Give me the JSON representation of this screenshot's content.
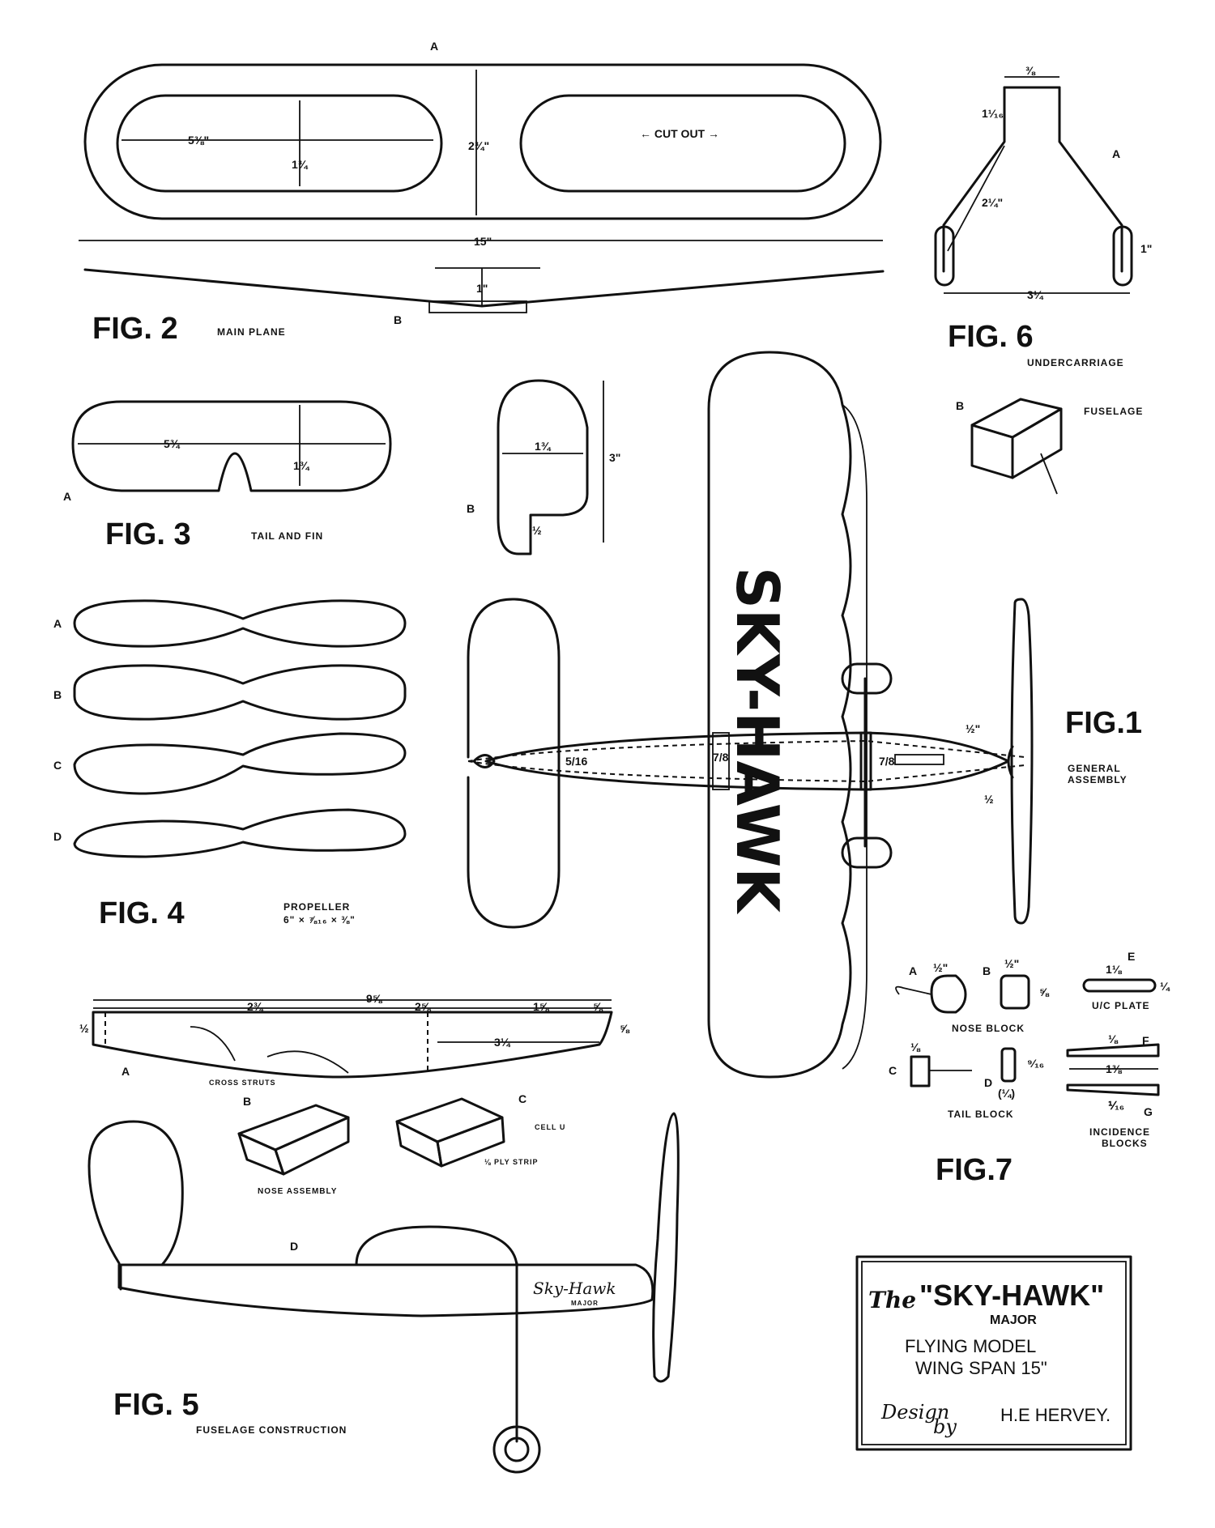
{
  "figures": {
    "fig1": {
      "label": "FIG.1",
      "caption_line1": "GENERAL",
      "caption_line2": "ASSEMBLY",
      "wing_lettering": "SKY-HAWK"
    },
    "fig2": {
      "label": "FIG. 2",
      "caption": "MAIN PLANE",
      "cutout": "← CUT OUT →",
      "dim_span": "15\"",
      "dim_width": "2¾\"",
      "dim_inner_len": "5⅜\"",
      "dim_inner_h": "1¾",
      "dim_dihedral": "1\"",
      "letter_a": "A",
      "letter_b": "B"
    },
    "fig3": {
      "label": "FIG. 3",
      "caption": "TAIL AND FIN",
      "dim_len": "5¾",
      "dim_h": "1¾",
      "fin_w": "1¾",
      "fin_h": "3\"",
      "fin_notch": "½",
      "letter_a": "A",
      "letter_b": "B"
    },
    "fig4": {
      "label": "FIG. 4",
      "caption_line1": "PROPELLER",
      "caption_line2": "6\" × ⅞₁₆ × ⅜\"",
      "letters": [
        "A",
        "B",
        "C",
        "D"
      ]
    },
    "fig5": {
      "label": "FIG. 5",
      "caption": "FUSELAGE CONSTRUCTION",
      "dim_total": "9⅝",
      "dim_a": "2¾",
      "dim_b": "2⅝",
      "dim_c": "1⅝",
      "dim_d": "⅝",
      "dim_e": "3¼",
      "dim_h_left": "½",
      "dim_h_right": "⅝",
      "cross_struts": "CROSS STRUTS",
      "nose_assembly": "NOSE ASSEMBLY",
      "cell": "CELL U",
      "ply_strip": "⅛ PLY STRIP",
      "side_name": "Sky-Hawk",
      "side_sub": "MAJOR",
      "letter_a": "A",
      "letter_b": "B",
      "letter_c": "C",
      "letter_d": "D"
    },
    "fig6": {
      "label": "FIG. 6",
      "caption": "UNDERCARRIAGE",
      "dim_top": "⅜",
      "dim_neck": "1¹⁄₁₆",
      "dim_leg": "2¼\"",
      "dim_wheel": "1\"",
      "dim_track": "3¼",
      "fuselage": "FUSELAGE",
      "letter_a": "A",
      "letter_b": "B"
    },
    "fig7": {
      "label": "FIG.7",
      "nose_block": "NOSE BLOCK",
      "tail_block": "TAIL BLOCK",
      "uc_plate": "U/C PLATE",
      "incidence_line1": "INCIDENCE",
      "incidence_line2": "BLOCKS",
      "dim_nose_a": "½\"",
      "dim_nose_b": "½\"",
      "dim_nose_c": "⅝",
      "dim_plate": "1⅛",
      "dim_plate_h": "¼",
      "dim_tail_a": "⅛",
      "dim_tail_b": "⁹⁄₁₆",
      "dim_tail_c": "(¼)",
      "dim_inc_a": "⅛",
      "dim_inc_b": "1⅜",
      "dim_inc_c": "⅟₁₆",
      "letter_a": "A",
      "letter_b": "B",
      "letter_c": "C",
      "letter_d": "D",
      "letter_e": "E",
      "letter_f": "F",
      "letter_g": "G"
    },
    "fig1_dims": {
      "d1": "5/16",
      "d2": "7/8",
      "d3": "7/8",
      "d4": "½\"",
      "d5": "½"
    }
  },
  "title_block": {
    "prefix": "The",
    "name": "\"SKY-HAWK\"",
    "subname": "MAJOR",
    "line1": "FLYING MODEL",
    "line2": "WING SPAN 15\"",
    "design_script": "Design",
    "design_by": "by",
    "designer": "H.E HERVEY."
  }
}
